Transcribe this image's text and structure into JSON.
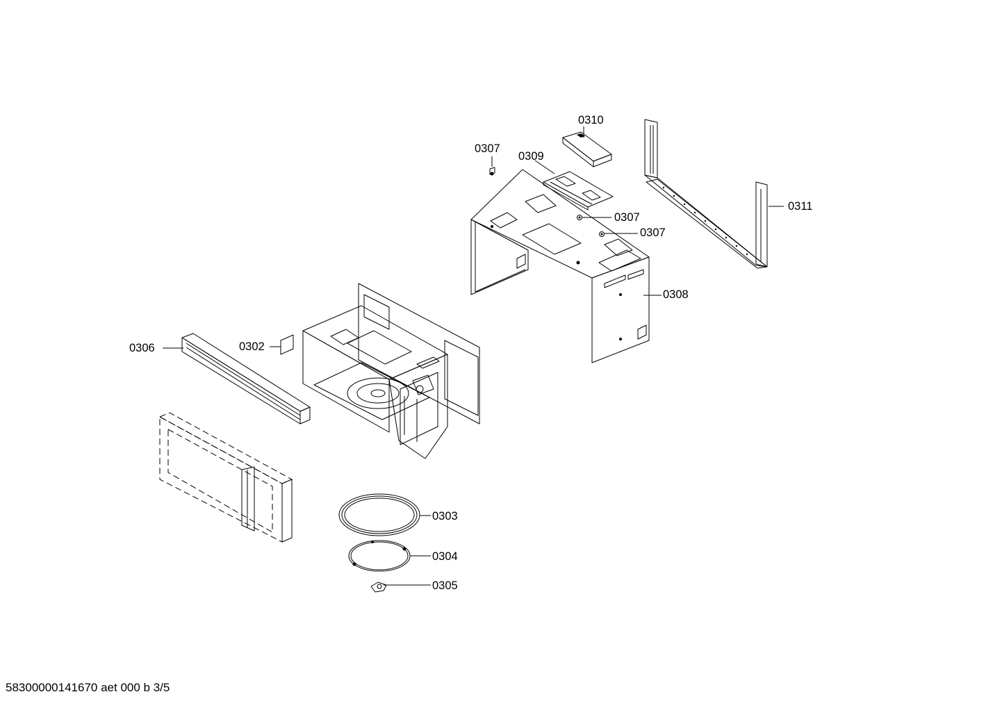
{
  "callouts": {
    "c0302": "0302",
    "c0303": "0303",
    "c0304": "0304",
    "c0305": "0305",
    "c0306": "0306",
    "c0307a": "0307",
    "c0307b": "0307",
    "c0307c": "0307",
    "c0308": "0308",
    "c0309": "0309",
    "c0310": "0310",
    "c0311": "0311"
  },
  "footer": {
    "doc_code": "58300000141670 aet 000 b 3/5"
  }
}
